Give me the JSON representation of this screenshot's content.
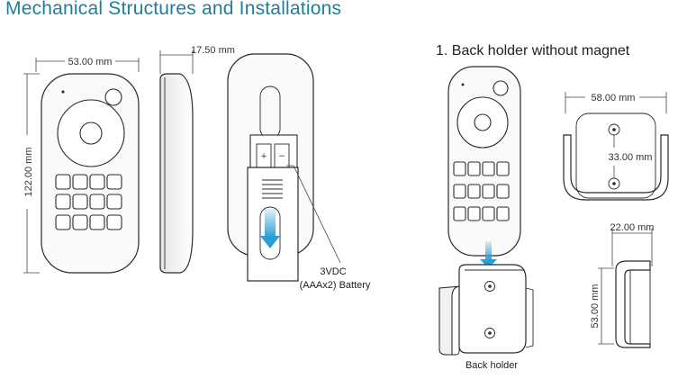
{
  "header": {
    "title": "Mechanical Structures and Installations"
  },
  "section": {
    "title": "1. Back holder without magnet"
  },
  "dimensions": {
    "remote_width": "53.00 mm",
    "remote_height": "122.00 mm",
    "remote_depth": "17.50 mm",
    "holder_width": "58.00 mm",
    "holder_hole_spacing": "33.00 mm",
    "holder_depth": "22.00 mm",
    "holder_height": "53.00 mm"
  },
  "battery": {
    "line1": "3VDC",
    "line2": "(AAAx2) Battery"
  },
  "captions": {
    "back_holder": "Back holder"
  },
  "colors": {
    "title": "#1f7f9a",
    "arrow": "#2a9fd6"
  }
}
